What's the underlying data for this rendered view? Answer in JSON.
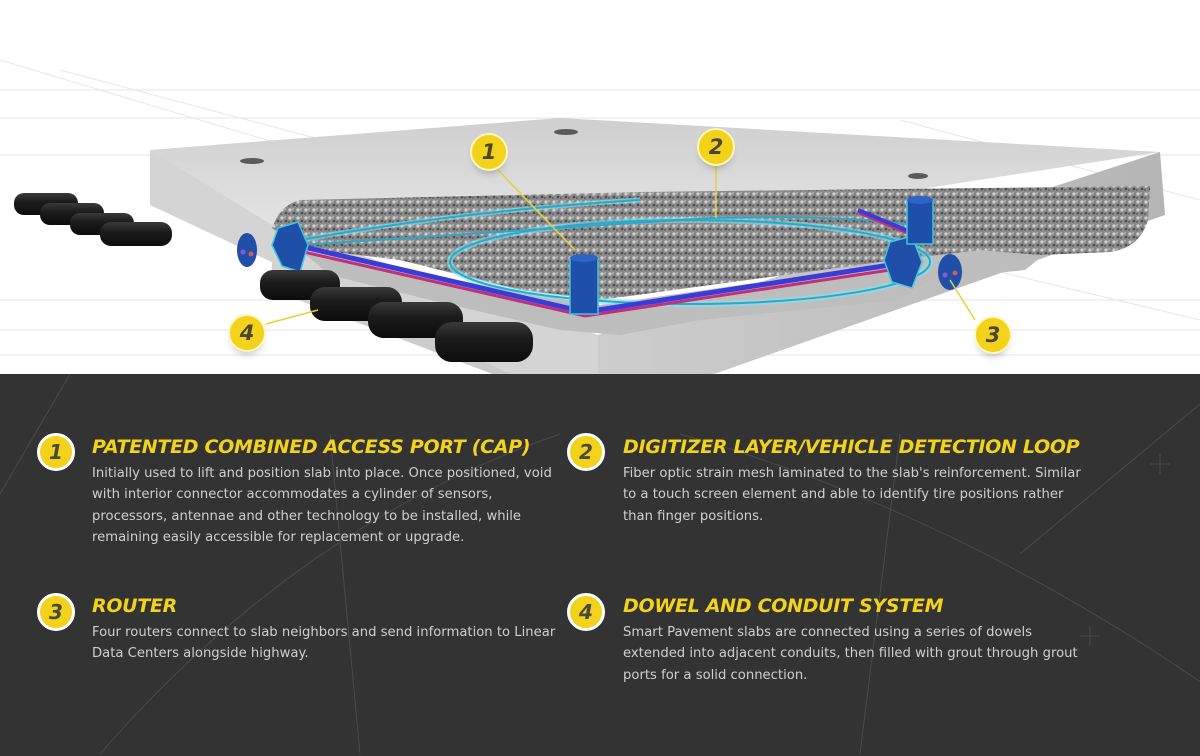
{
  "colors": {
    "accent_yellow": "#f2d21a",
    "panel_dark": "#333333",
    "body_text": "#cfcfcf",
    "conduit_blue": "#1f4fa8",
    "fiber_cyan": "#3fc6e0",
    "router_magenta": "#c0307a"
  },
  "diagram": {
    "callouts": [
      {
        "number": "1",
        "target": "combined-access-port"
      },
      {
        "number": "2",
        "target": "digitizer-loop"
      },
      {
        "number": "3",
        "target": "router"
      },
      {
        "number": "4",
        "target": "dowel"
      }
    ]
  },
  "features": [
    {
      "number": "1",
      "title": "PATENTED COMBINED ACCESS PORT (CAP)",
      "description": "Initially used to lift and position slab into place. Once positioned, void with interior connector accommodates a cylinder of sensors, processors, antennae and other technology to be installed, while remaining easily accessible for replacement or upgrade."
    },
    {
      "number": "2",
      "title": "DIGITIZER LAYER/VEHICLE DETECTION LOOP",
      "description": "Fiber optic strain mesh laminated to the slab's reinforcement. Similar to a touch screen element and able to identify tire positions rather than finger positions."
    },
    {
      "number": "3",
      "title": "ROUTER",
      "description": "Four routers connect to slab neighbors and send information to Linear Data Centers alongside highway."
    },
    {
      "number": "4",
      "title": "DOWEL AND CONDUIT SYSTEM",
      "description": "Smart Pavement slabs are connected using a series of dowels extended into adjacent conduits, then filled with grout through grout ports for a solid connection."
    }
  ]
}
